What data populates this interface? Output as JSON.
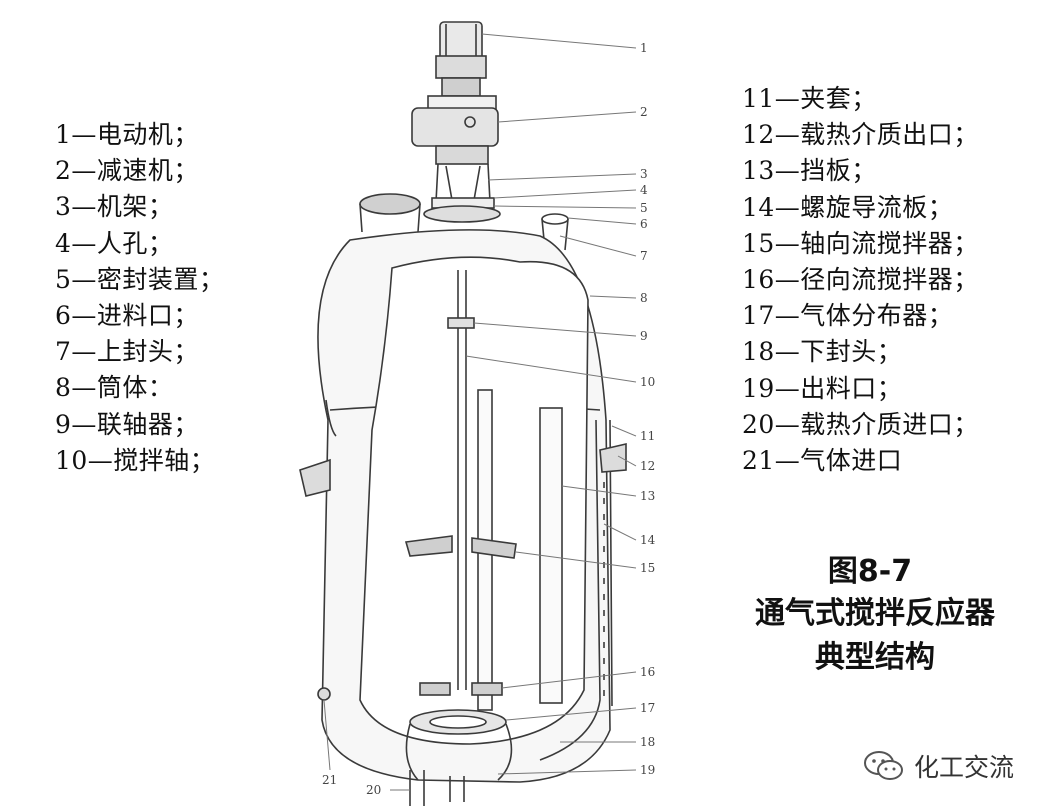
{
  "legend_left": [
    "1—电动机；",
    "2—减速机；",
    "3—机架；",
    "4—人孔；",
    "5—密封装置；",
    "6—进料口；",
    "7—上封头；",
    "8—筒体：",
    "9—联轴器；",
    "10—搅拌轴；"
  ],
  "legend_right": [
    "11—夹套；",
    "12—载热介质出口；",
    "13—挡板；",
    "14—螺旋导流板；",
    "15—轴向流搅拌器；",
    "16—径向流搅拌器；",
    "17—气体分布器；",
    "18—下封头；",
    "19—出料口；",
    "20—载热介质进口；",
    "21—气体进口"
  ],
  "figure": {
    "label": "图8-7",
    "title_line1": "通气式搅拌反应器",
    "title_line2": "典型结构"
  },
  "callouts": [
    "1",
    "2",
    "3",
    "4",
    "5",
    "6",
    "7",
    "8",
    "9",
    "10",
    "11",
    "12",
    "13",
    "14",
    "15",
    "16",
    "17",
    "18",
    "19",
    "20",
    "21"
  ],
  "watermark": {
    "text": "化工交流",
    "icon": "wechat-icon"
  }
}
